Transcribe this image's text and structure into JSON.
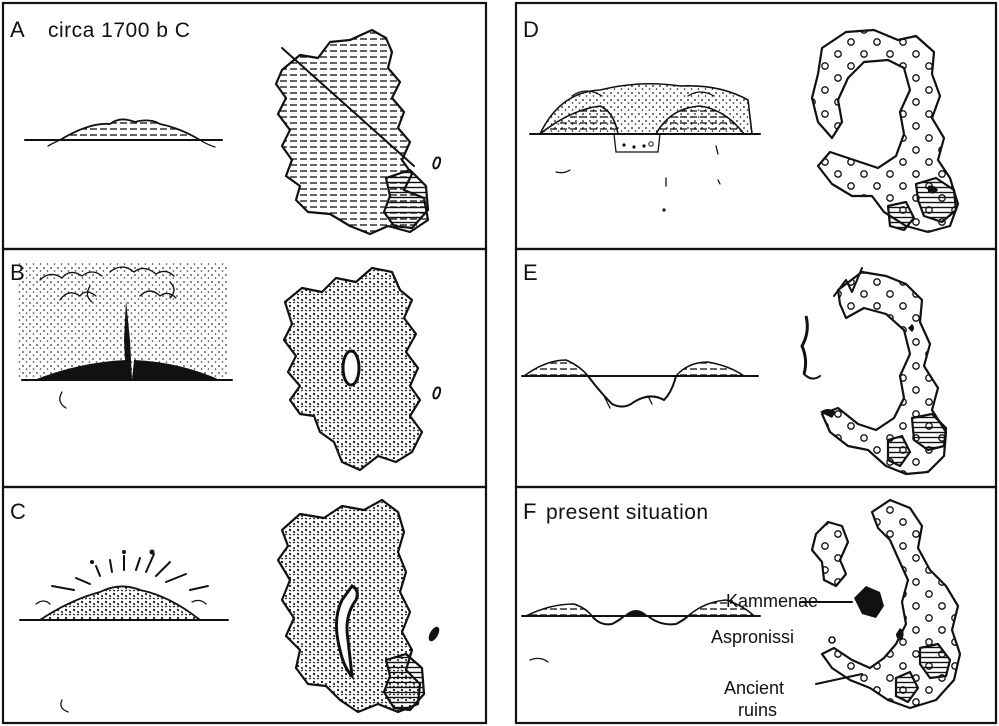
{
  "figure": {
    "panels": [
      {
        "id": "A",
        "letter": "A",
        "caption": "circa 1700 b C"
      },
      {
        "id": "B",
        "letter": "B",
        "caption": ""
      },
      {
        "id": "C",
        "letter": "C",
        "caption": ""
      },
      {
        "id": "D",
        "letter": "D",
        "caption": ""
      },
      {
        "id": "E",
        "letter": "E",
        "caption": ""
      },
      {
        "id": "F",
        "letter": "F",
        "caption": "present situation"
      }
    ],
    "labels": {
      "kammenae": "Kammenae",
      "aspronissi": "Aspronissi",
      "ancient_ruins_line1": "Ancient",
      "ancient_ruins_line2": "ruins"
    },
    "colors": {
      "ink": "#111111",
      "paper": "#ffffff"
    }
  }
}
